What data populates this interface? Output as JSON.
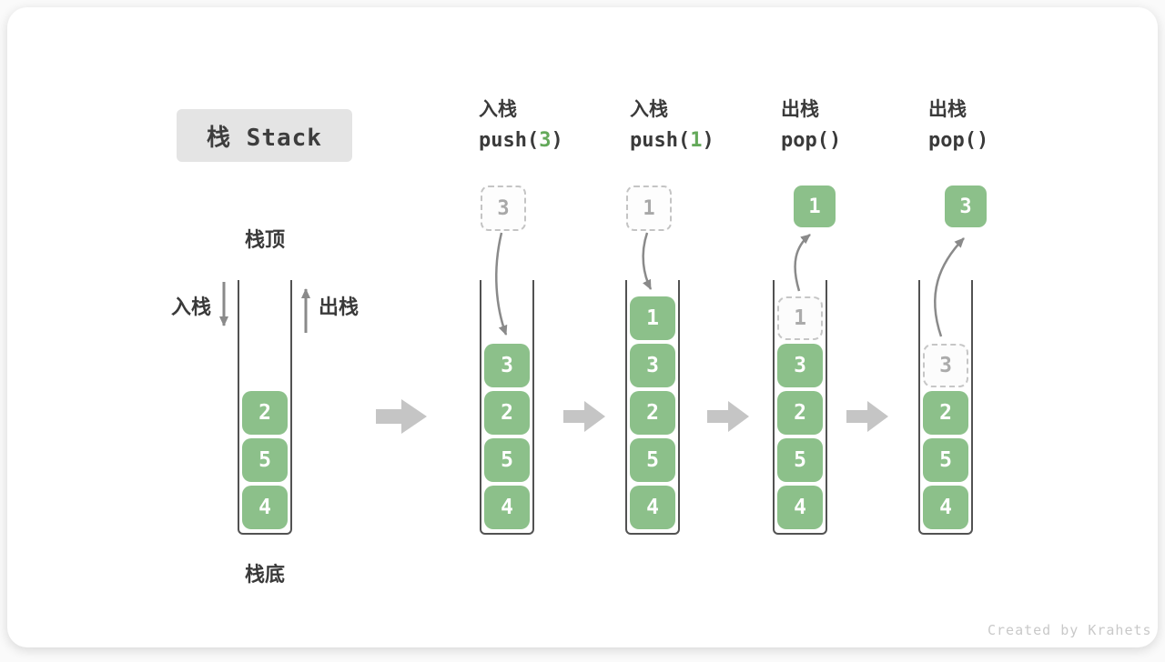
{
  "badge": {
    "label": "栈 Stack"
  },
  "labels": {
    "stack_top": "栈顶",
    "stack_bottom": "栈底",
    "push_side": "入栈",
    "pop_side": "出栈"
  },
  "steps": [
    {
      "name": "initial",
      "stack": [
        "2",
        "5",
        "4"
      ]
    },
    {
      "op_label": "入栈",
      "code_pre": "push(",
      "code_arg": "3",
      "code_post": ")",
      "floating_value": "3",
      "stack": [
        "3",
        "2",
        "5",
        "4"
      ]
    },
    {
      "op_label": "入栈",
      "code_pre": "push(",
      "code_arg": "1",
      "code_post": ")",
      "floating_value": "1",
      "stack": [
        "1",
        "3",
        "2",
        "5",
        "4"
      ]
    },
    {
      "op_label": "出栈",
      "code_pre": "pop(",
      "code_arg": "",
      "code_post": ")",
      "floating_value": "1",
      "ghost_value": "1",
      "stack": [
        "3",
        "2",
        "5",
        "4"
      ]
    },
    {
      "op_label": "出栈",
      "code_pre": "pop(",
      "code_arg": "",
      "code_post": ")",
      "floating_value": "3",
      "ghost_value": "3",
      "stack": [
        "2",
        "5",
        "4"
      ]
    }
  ],
  "colors": {
    "element_green": "#8cc08a",
    "code_arg_green": "#64a95a",
    "curve_arrow_gray": "#8a8a8a",
    "block_arrow_gray": "#c5c5c5",
    "badge_bg": "#e4e4e4"
  },
  "footer": {
    "credit": "Created by Krahets"
  }
}
